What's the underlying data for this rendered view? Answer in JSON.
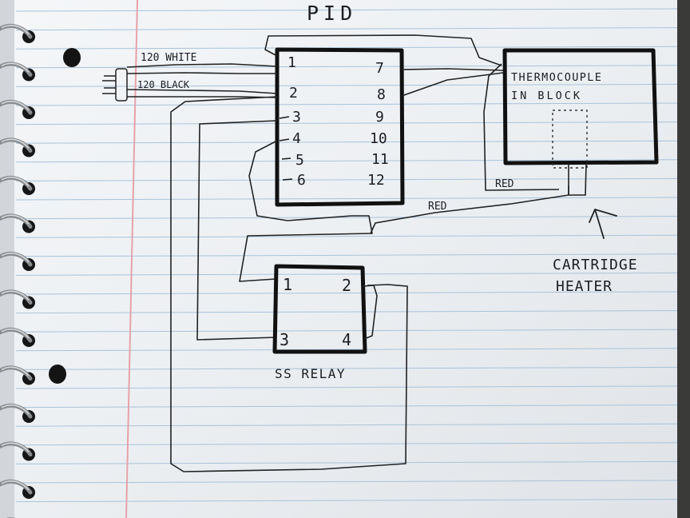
{
  "diagram": {
    "title": "PID",
    "pid_left_pins": [
      "1",
      "2",
      "3",
      "4",
      "5",
      "6"
    ],
    "pid_right_pins": [
      "7",
      "8",
      "9",
      "10",
      "11",
      "12"
    ],
    "supply": {
      "white": "120 WHITE",
      "black": "120 BLACK"
    },
    "thermocouple": {
      "line1": "THERMOCOUPLE",
      "line2": "IN BLOCK"
    },
    "heater": {
      "line1": "CARTRIDGE",
      "line2": "HEATER"
    },
    "wire_labels": {
      "red_upper": "RED",
      "red_lower": "RED"
    },
    "relay": {
      "pin_1": "1",
      "pin_2": "2",
      "pin_3": "3",
      "pin_4": "4",
      "label": "SS RELAY"
    }
  }
}
